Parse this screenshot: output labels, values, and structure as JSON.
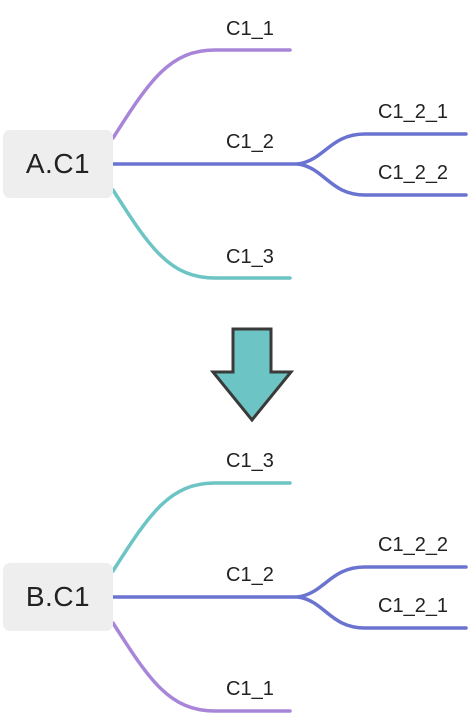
{
  "colors": {
    "purple": "#a885d8",
    "blue": "#6a74d0",
    "teal": "#6cc4c4",
    "arrow_fill": "#6cc4c4",
    "arrow_stroke": "#3a3a3a",
    "root_bg": "#eeeeee"
  },
  "map_a": {
    "root": "A.C1",
    "child_1": "C1_1",
    "child_2": "C1_2",
    "child_3": "C1_3",
    "child_2_1": "C1_2_1",
    "child_2_2": "C1_2_2"
  },
  "map_b": {
    "root": "B.C1",
    "child_3": "C1_3",
    "child_2": "C1_2",
    "child_1": "C1_1",
    "child_2_2": "C1_2_2",
    "child_2_1": "C1_2_1"
  },
  "transition_arrow": {
    "icon": "down-arrow-icon"
  }
}
